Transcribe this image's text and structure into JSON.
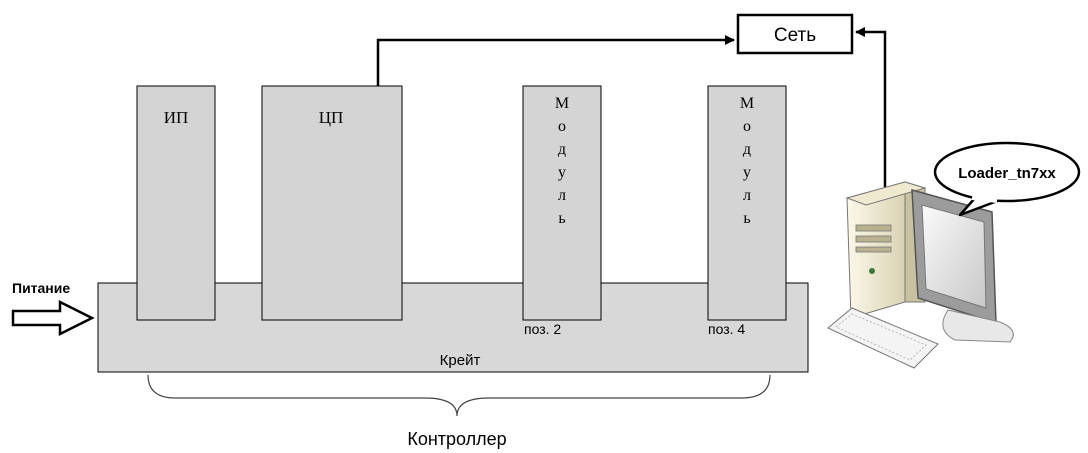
{
  "diagram": {
    "power_label": "Питание",
    "crate_label": "Крейт",
    "controller_label": "Контроллер",
    "network_label": "Сеть",
    "pc_software_label": "Loader_tn7xx",
    "modules": [
      {
        "id": "ip",
        "label": "ИП",
        "position": ""
      },
      {
        "id": "cpu",
        "label": "ЦП",
        "position": ""
      },
      {
        "id": "module-2",
        "label": "Модуль",
        "position": "поз. 2"
      },
      {
        "id": "module-4",
        "label": "Модуль",
        "position": "поз. 4"
      }
    ],
    "colors": {
      "module_fill": "#d4d4d4",
      "crate_fill": "#d8d8d8",
      "pc_case": "#f0ecd8",
      "line": "#000000"
    },
    "icons": [
      "arrow-right-icon",
      "computer-icon",
      "speech-bubble-icon"
    ]
  }
}
